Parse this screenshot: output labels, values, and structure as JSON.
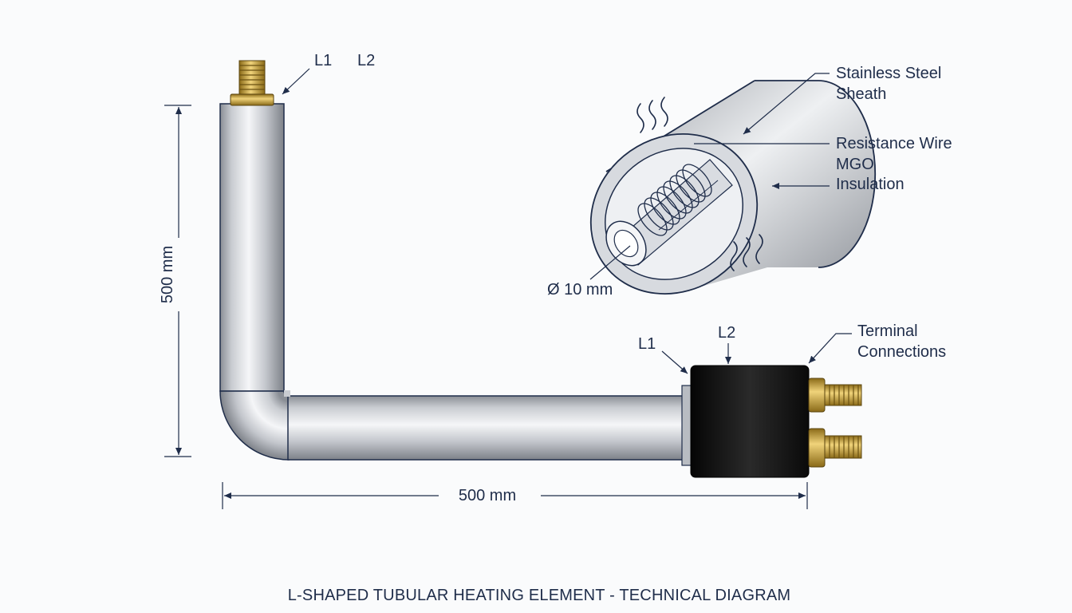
{
  "title": "L-SHAPED TUBULAR HEATING ELEMENT - TECHNICAL DIAGRAM",
  "dimensions": {
    "vertical": "500 mm",
    "horizontal": "500 mm",
    "diameter": "Ø 10 mm"
  },
  "labels": {
    "top_l1": "L1",
    "top_l2": "L2",
    "end_l1": "L1",
    "end_l2": "L2",
    "sheath_line1": "Stainless Steel",
    "sheath_line2": "Sheath",
    "resistance_wire": "Resistance Wire",
    "mgo_line1": "MGO",
    "mgo_line2": "Insulation",
    "terminal_line1": "Terminal",
    "terminal_line2": "Connections"
  },
  "colors": {
    "line": "#1f2d4a",
    "steel_light": "#f4f5f7",
    "steel_dark": "#8e9299",
    "brass": "#c9a030",
    "cap": "#111111"
  }
}
